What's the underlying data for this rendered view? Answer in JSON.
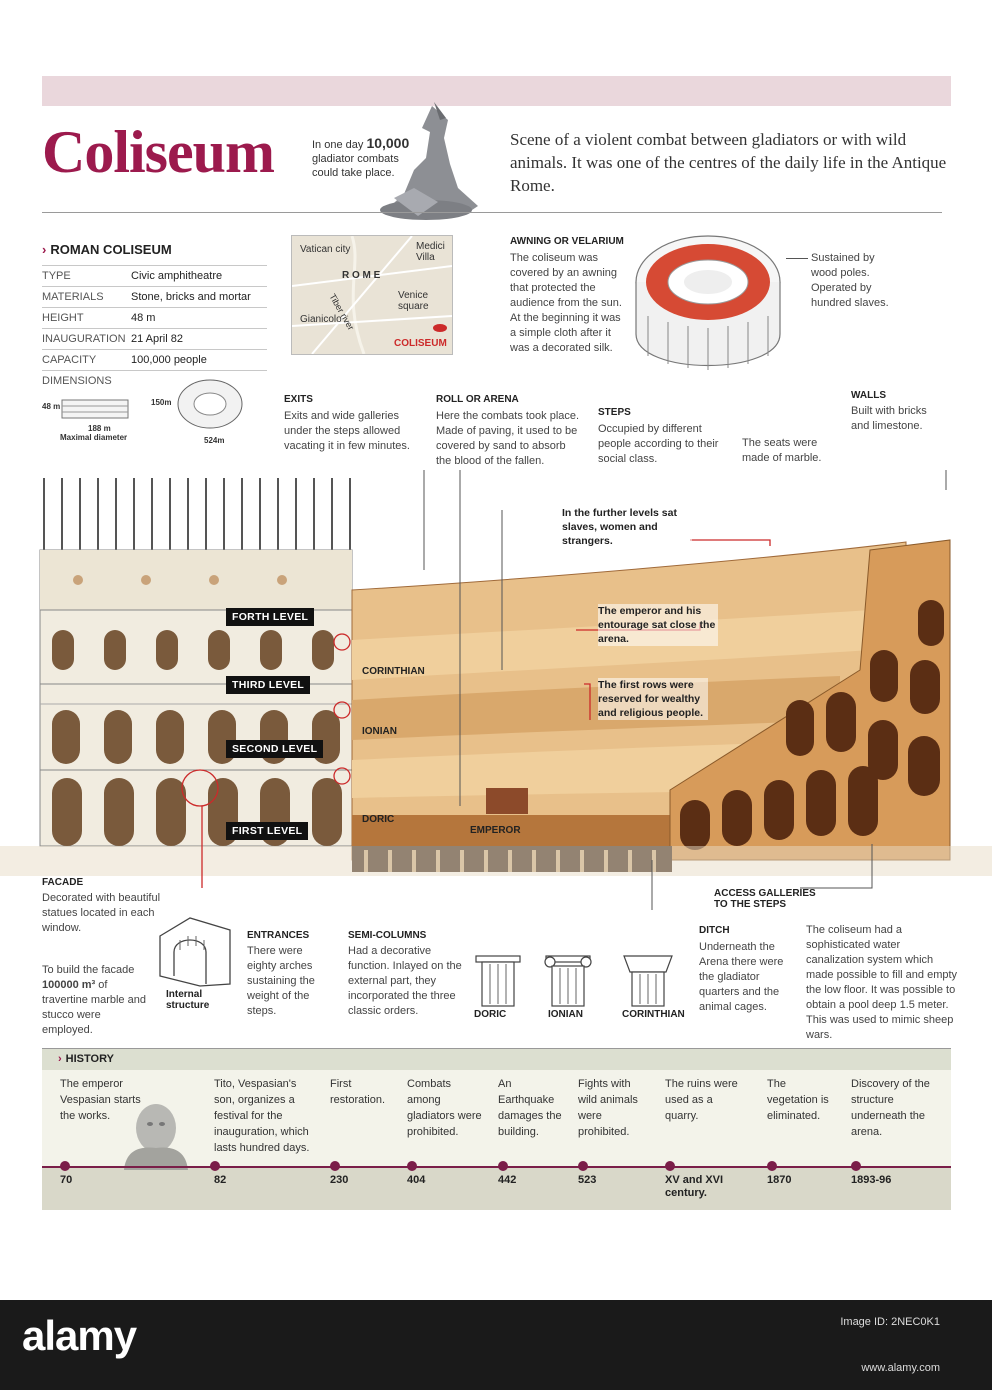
{
  "header": {
    "title": "Coliseum",
    "combat_note_prefix": "In one day",
    "combat_note_number": "10,000",
    "combat_note_suffix": "gladiator combats could take place.",
    "intro": "Scene of a violent combat between gladiators or with wild animals. It was one of the centres of the daily life in the Antique Rome."
  },
  "info": {
    "title": "ROMAN COLISEUM",
    "rows": [
      {
        "k": "TYPE",
        "v": "Civic amphitheatre"
      },
      {
        "k": "MATERIALS",
        "v": "Stone, bricks and mortar"
      },
      {
        "k": "HEIGHT",
        "v": "48 m"
      },
      {
        "k": "INAUGURATION",
        "v": "21 April 82"
      },
      {
        "k": "CAPACITY",
        "v": "100,000 people"
      }
    ],
    "dimensions_label": "DIMENSIONS",
    "dim_height": "48 m",
    "dim_diameter": "188 m",
    "dim_diameter_caption": "Maximal diameter",
    "dim_width": "150m",
    "dim_perimeter": "524m"
  },
  "map": {
    "vatican": "Vatican city",
    "medici": "Medici Villa",
    "rome": "R O M E",
    "tiber": "Tiber river",
    "venice": "Venice square",
    "gianicolo": "Gianicolo",
    "coliseum": "COLISEUM"
  },
  "awning": {
    "title": "AWNING OR VELARIUM",
    "text": "The coliseum was covered by an awning that protected the audience from the sun. At the beginning it was a simple cloth after it was a decorated silk.",
    "side_text": "Sustained by wood poles. Operated by hundred slaves."
  },
  "callouts": {
    "exits_title": "EXITS",
    "exits_text": "Exits and wide galleries under the steps allowed vacating it in few minutes.",
    "arena_title": "ROLL OR ARENA",
    "arena_text": "Here the combats took place. Made of paving, it used to be covered by sand to absorb the blood of the fallen.",
    "steps_title": "STEPS",
    "steps_text": "Occupied by different people according to their social class.",
    "seats_text": "The seats were made of marble.",
    "walls_title": "WALLS",
    "walls_text": "Built with bricks and limestone.",
    "further_levels": "In the further levels sat slaves, women and strangers.",
    "emperor_close": "The emperor and his entourage sat close the arena.",
    "first_rows": "The first rows were reserved for wealthy and religious people."
  },
  "levels": {
    "forth": "FORTH LEVEL",
    "third": "THIRD LEVEL",
    "second": "SECOND LEVEL",
    "first": "FIRST LEVEL",
    "corinthian": "CORINTHIAN",
    "ionian": "IONIAN",
    "doric": "DORIC",
    "emperor": "EMPEROR"
  },
  "bottom": {
    "facade_title": "FACADE",
    "facade_text": "Decorated with beautiful statues located in each window.",
    "build_prefix": "To build the facade",
    "build_number": "100000 m³",
    "build_suffix": "of travertine marble and stucco were employed.",
    "internal_structure": "Internal structure",
    "entrances_title": "ENTRANCES",
    "entrances_text": "There were eighty arches sustaining the weight of the steps.",
    "semicolumns_title": "SEMI-COLUMNS",
    "semicolumns_text": "Had a decorative function. Inlayed on the external part, they incorporated the three classic orders.",
    "doric": "DORIC",
    "ionian": "IONIAN",
    "corinthian": "CORINTHIAN",
    "access": "ACCESS GALLERIES TO THE STEPS",
    "ditch_title": "DITCH",
    "ditch_text": "Underneath the Arena there were the gladiator quarters and the animal cages.",
    "water_text": "The coliseum had a sophisticated water canalization system which made possible to fill and empty the low floor. It was possible to obtain a pool deep 1.5 meter. This was used to mimic sheep wars."
  },
  "history": {
    "title": "HISTORY",
    "events": [
      {
        "text": "The emperor Vespasian starts the works.",
        "year": "70"
      },
      {
        "text": "Tito, Vespasian's son, organizes a festival for the inauguration, which lasts hundred days.",
        "year": "82"
      },
      {
        "text": "First restoration.",
        "year": "230"
      },
      {
        "text": "Combats among gladiators were prohibited.",
        "year": "404"
      },
      {
        "text": "An Earthquake damages the building.",
        "year": "442"
      },
      {
        "text": "Fights with wild animals were prohibited.",
        "year": "523"
      },
      {
        "text": "The ruins were used as a quarry.",
        "year": "XV and XVI century."
      },
      {
        "text": "The vegetation is eliminated.",
        "year": "1870"
      },
      {
        "text": "Discovery of the structure underneath the arena.",
        "year": "1893-96"
      }
    ]
  },
  "watermark": {
    "brand": "alamy",
    "image_id": "Image ID: 2NEC0K1",
    "url": "www.alamy.com"
  },
  "colors": {
    "accent": "#9c1a4d",
    "timeline": "#7a1e49",
    "stone": "#e8c08a",
    "stone_dark": "#c58a4a",
    "red_line": "#cc2a2a"
  }
}
